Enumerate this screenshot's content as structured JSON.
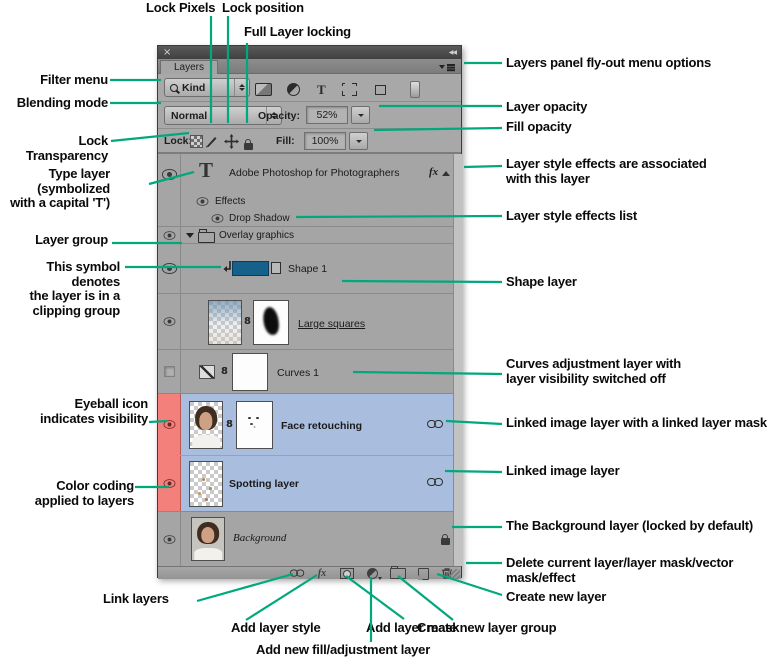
{
  "colors": {
    "accent_green": "#00a87c",
    "selection_blue": "#a9bdde",
    "visibility_red": "#f4807b",
    "shape_swatch_blue": "#16618c"
  },
  "labels": {
    "lock_pixels": "Lock Pixels",
    "lock_position": "Lock position",
    "full_layer_locking": "Full Layer locking",
    "filter_menu": "Filter menu",
    "blending_mode": "Blending mode",
    "lock_transparency": "Lock Transparency",
    "type_layer": "Type layer (symbolized\nwith a capital 'T')",
    "layer_group": "Layer group",
    "clipping_group": "This symbol denotes\nthe layer is in a\nclipping group",
    "eyeball": "Eyeball icon\nindicates visibility",
    "color_coding": "Color coding\napplied to layers",
    "flyout": "Layers panel fly-out menu options",
    "layer_opacity": "Layer opacity",
    "fill_opacity": "Fill opacity",
    "style_associated": "Layer style effects are associated\nwith this layer",
    "style_list": "Layer style effects list",
    "shape_layer": "Shape layer",
    "curves_adj": "Curves adjustment layer with\nlayer visibility switched off",
    "linked_with_mask": "Linked image layer with a linked layer mask",
    "linked_image": "Linked image layer",
    "background_layer": "The Background layer (locked by default)",
    "delete_current": "Delete current layer/layer mask/vector mask/effect",
    "create_new_layer": "Create new layer",
    "link_layers": "Link layers",
    "add_layer_style": "Add layer style",
    "add_layer_mask": "Add layer mask",
    "add_fill_adjustment": "Add new fill/adjustment layer",
    "create_new_group": "Create new layer group"
  },
  "panel": {
    "titlebar": {
      "close": "×",
      "collapse": "◀◀"
    },
    "tab": "Layers",
    "filter": {
      "kind": "Kind",
      "type_icon": "T"
    },
    "blend": {
      "mode": "Normal",
      "opacity_label": "Opacity:",
      "opacity_value": "52%"
    },
    "lock": {
      "label": "Lock:",
      "fill_label": "Fill:",
      "fill_value": "100%"
    },
    "layers": {
      "type_name": "Adobe Photoshop for Photographers",
      "type_thumb": "T",
      "fx": "fx",
      "effects": "Effects",
      "drop_shadow": "Drop Shadow",
      "group_name": "Overlay graphics",
      "shape_name": "Shape 1",
      "large_squares": "Large squares",
      "curves": "Curves 1",
      "face": "Face retouching",
      "spotting": "Spotting layer",
      "background": "Background",
      "link8": "8"
    }
  }
}
